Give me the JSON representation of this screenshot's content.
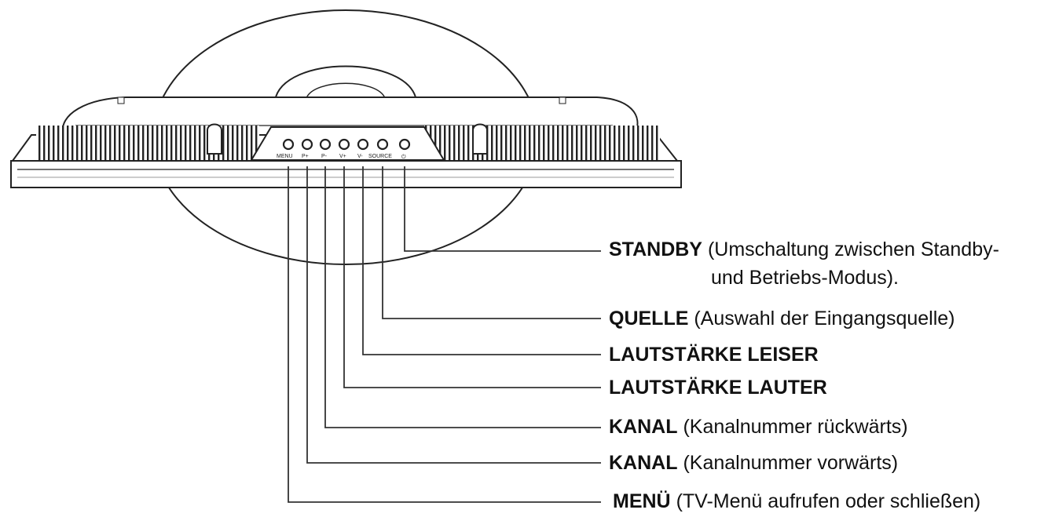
{
  "device": {
    "button_captions": [
      "MENU",
      "P+",
      "P-",
      "V+",
      "V-",
      "SOURCE",
      "⏻"
    ]
  },
  "callouts": [
    {
      "key": "STANDBY",
      "desc": "(Umschaltung zwischen Standby-",
      "desc_cont": "und Betriebs-Modus)."
    },
    {
      "key": "QUELLE",
      "desc": "(Auswahl der Eingangsquelle)"
    },
    {
      "key": "LAUTSTÄRKE LEISER",
      "desc": ""
    },
    {
      "key": "LAUTSTÄRKE LAUTER",
      "desc": ""
    },
    {
      "key": "KANAL",
      "desc": "(Kanalnummer rückwärts)"
    },
    {
      "key": "KANAL",
      "desc": "(Kanalnummer vorwärts)"
    },
    {
      "key": "MENÜ",
      "desc": "(TV-Menü aufrufen oder schließen)"
    }
  ]
}
